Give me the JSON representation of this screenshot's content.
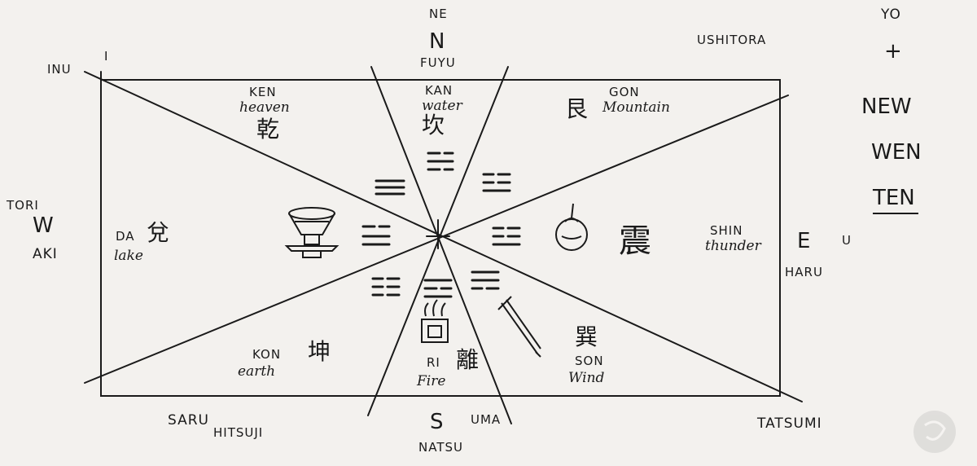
{
  "directions": {
    "north": {
      "code": "NE",
      "letter": "N",
      "season": "FUYU"
    },
    "south": {
      "letter": "S",
      "branch": "UMA",
      "season": "NATSU"
    },
    "east": {
      "letter": "E",
      "branch": "U",
      "season": "HARU"
    },
    "west": {
      "letter": "W",
      "branch": "TORI",
      "season": "AKI"
    }
  },
  "corners": {
    "nw": {
      "name": "INU",
      "mark": "I"
    },
    "ne": {
      "name": "USHITORA"
    },
    "sw": {
      "name": "SARU",
      "sub": "HITSUJI"
    },
    "se": {
      "name": "TATSUMI"
    }
  },
  "trigrams": {
    "ken": {
      "name": "KEN",
      "meaning": "heaven",
      "kanji": "乾"
    },
    "kan": {
      "name": "KAN",
      "meaning": "water",
      "kanji": "坎"
    },
    "gon": {
      "name": "GON",
      "meaning": "Mountain",
      "kanji": "艮"
    },
    "da": {
      "name": "DA",
      "meaning": "lake",
      "kanji": "兌"
    },
    "shin": {
      "name": "SHIN",
      "meaning": "thunder",
      "kanji": "震"
    },
    "kon": {
      "name": "KON",
      "meaning": "earth",
      "kanji": "坤"
    },
    "ri": {
      "name": "RI",
      "meaning": "Fire",
      "kanji": "離"
    },
    "son": {
      "name": "SON",
      "meaning": "Wind",
      "kanji": "巽"
    }
  },
  "side_notes": {
    "yo": "YO",
    "plus": "+",
    "lines": [
      "NEW",
      "WEN",
      "TEN"
    ]
  }
}
